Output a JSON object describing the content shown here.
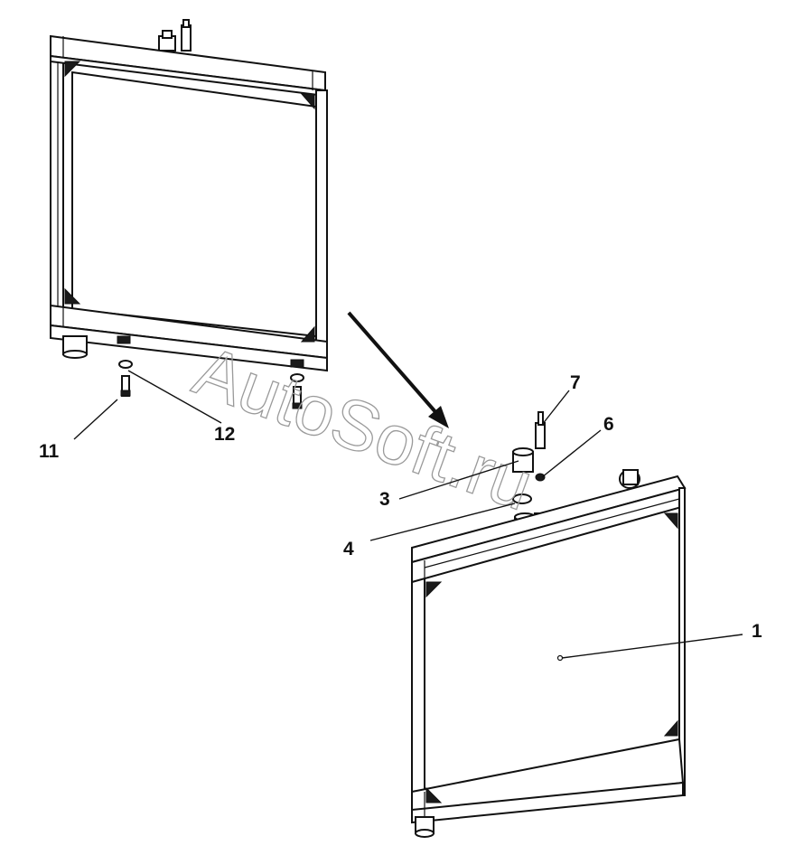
{
  "watermark": "AutoSoft.ru",
  "callouts": {
    "c1": "1",
    "c3": "3",
    "c4": "4",
    "c6": "6",
    "c7": "7",
    "c11": "11",
    "c12": "12"
  }
}
